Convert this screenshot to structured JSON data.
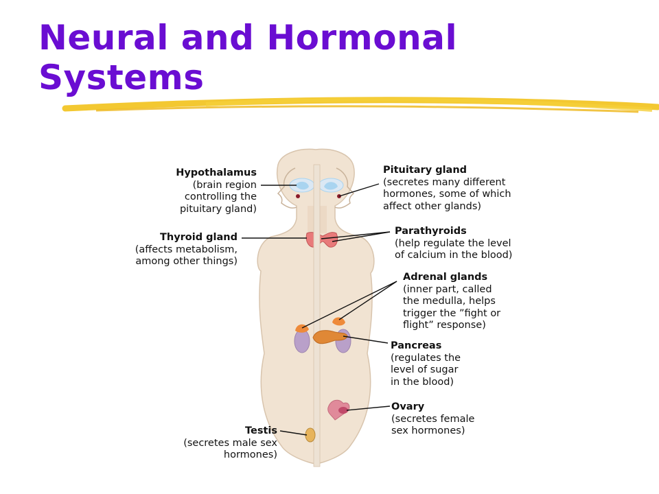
{
  "title": {
    "line1": "Neural and Hormonal",
    "line2": "Systems"
  },
  "colors": {
    "title": "#6a0dd2",
    "highlight": "#f2c21b",
    "skin": "#f1e3d2",
    "gland": "#e87a7a",
    "adrenal": "#ee8a3a",
    "kidney": "#b9a0c9",
    "brain": "#a9d4f0"
  },
  "labels": {
    "hypothalamus": {
      "name": "Hypothalamus",
      "desc": "(brain region\ncontrolling the\npituitary gland)"
    },
    "pituitary": {
      "name": "Pituitary gland",
      "desc": "(secretes many different\nhormones, some of which\naffect other glands)"
    },
    "thyroid": {
      "name": "Thyroid gland",
      "desc": "(affects metabolism,\namong other things)"
    },
    "parathyroids": {
      "name": "Parathyroids",
      "desc": "(help regulate the level\nof calcium in the blood)"
    },
    "adrenal": {
      "name": "Adrenal glands",
      "desc": "(inner part, called\nthe medulla, helps\ntrigger the ”fight or\nflight” response)"
    },
    "pancreas": {
      "name": "Pancreas",
      "desc": "(regulates the\nlevel of sugar\nin the blood)"
    },
    "ovary": {
      "name": "Ovary",
      "desc": "(secretes female\nsex hormones)"
    },
    "testis": {
      "name": "Testis",
      "desc": "(secretes male sex\nhormones)"
    }
  }
}
